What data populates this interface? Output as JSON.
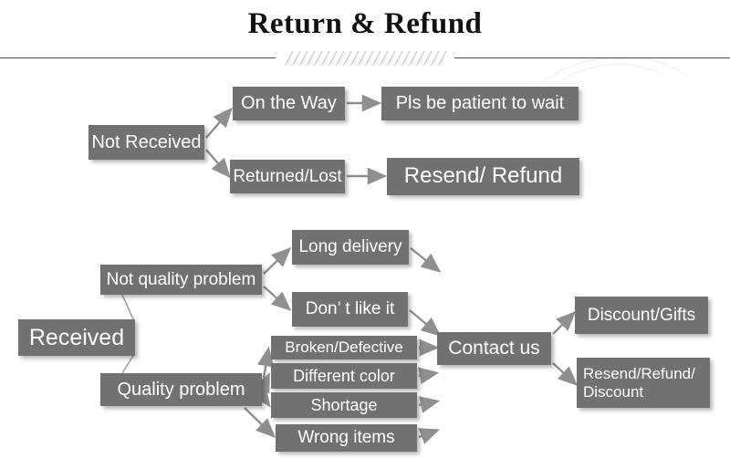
{
  "page": {
    "title": "Return & Refund",
    "background_color": "#ffffff",
    "box_fill_color": "#717171",
    "box_text_color": "#ffffff",
    "arrow_color": "#8c8c8c",
    "divider_rule_color": "#4a4a4a",
    "hatch_color": "#b8b8b8"
  },
  "nodes": {
    "not_received": "Not Received",
    "on_the_way": "On the Way",
    "returned_lost": "Returned/Lost",
    "pls_wait": "Pls be patient to wait",
    "resend_refund": "Resend/ Refund",
    "received": "Received",
    "not_quality_problem": "Not quality problem",
    "quality_problem": "Quality problem",
    "long_delivery": "Long delivery",
    "dont_like_it": "Don’  t like it",
    "broken_defective": "Broken/Defective",
    "different_color": "Different color",
    "shortage": "Shortage",
    "wrong_items": "Wrong items",
    "contact_us": "Contact us",
    "discount_gifts": "Discount/Gifts",
    "resend_refund_discount": "Resend/Refund/\nDiscount"
  },
  "flow": {
    "branches": [
      {
        "from": "Not Received",
        "to": [
          "On the Way",
          "Returned/Lost"
        ]
      },
      {
        "from": "On the Way",
        "to": [
          "Pls be patient to wait"
        ]
      },
      {
        "from": "Returned/Lost",
        "to": [
          "Resend/ Refund"
        ]
      },
      {
        "from": "Received",
        "to": [
          "Not quality problem",
          "Quality problem"
        ]
      },
      {
        "from": "Not quality problem",
        "to": [
          "Long delivery",
          "Don’  t like it"
        ]
      },
      {
        "from": "Quality problem",
        "to": [
          "Broken/Defective",
          "Different color",
          "Shortage",
          "Wrong items"
        ]
      },
      {
        "from": "Long delivery",
        "to": [
          "Contact us"
        ]
      },
      {
        "from": "Don’  t like it",
        "to": [
          "Contact us"
        ]
      },
      {
        "from": "Broken/Defective",
        "to": [
          "Contact us"
        ]
      },
      {
        "from": "Different color",
        "to": [
          "Contact us"
        ]
      },
      {
        "from": "Shortage",
        "to": [
          "Contact us"
        ]
      },
      {
        "from": "Wrong items",
        "to": [
          "Contact us"
        ]
      },
      {
        "from": "Contact us",
        "to": [
          "Discount/Gifts",
          "Resend/Refund/\nDiscount"
        ]
      }
    ]
  }
}
